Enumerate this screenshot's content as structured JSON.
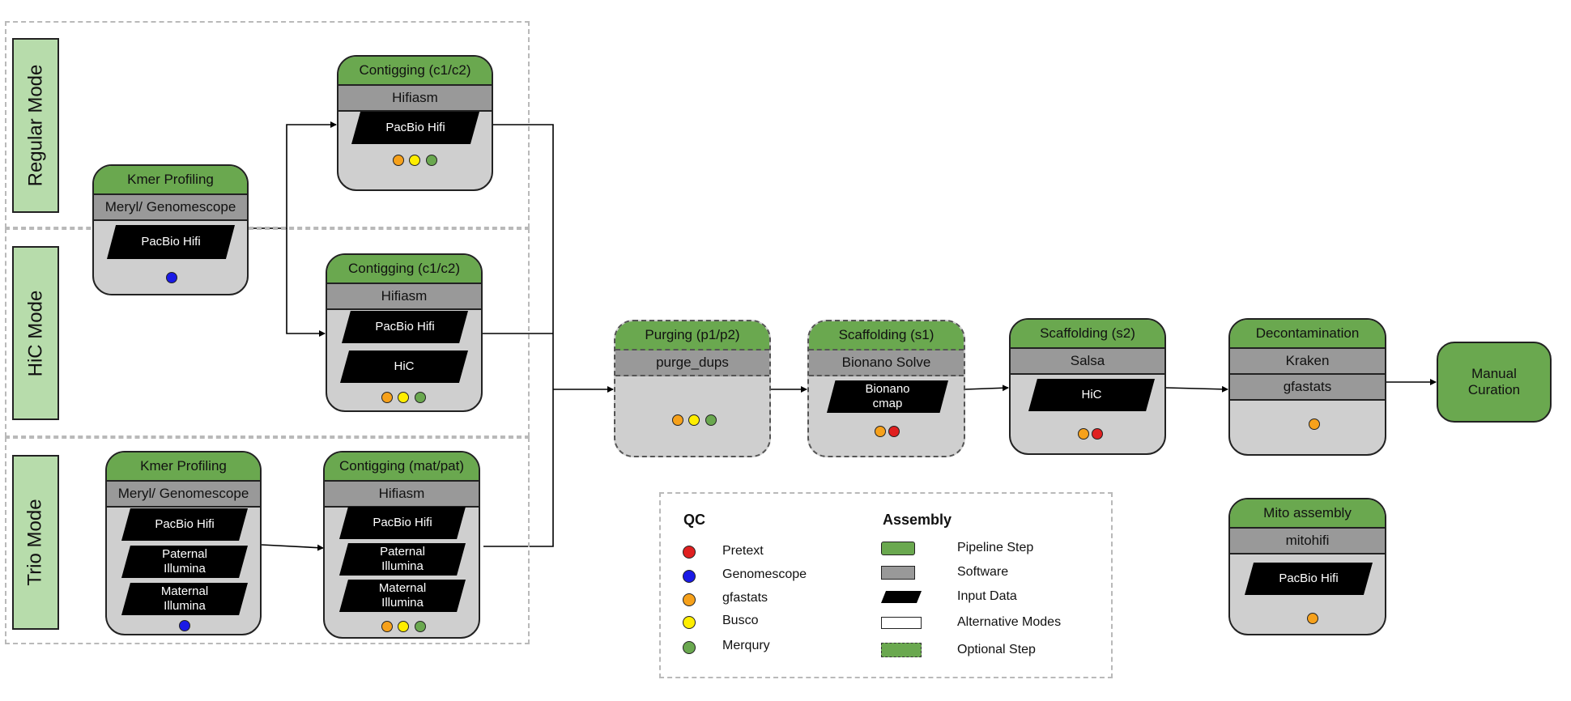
{
  "modes": {
    "regular": "Regular Mode",
    "hic": "HiC Mode",
    "trio": "Trio Mode"
  },
  "kmer_main": {
    "title": "Kmer Profiling",
    "software": "Meryl/ Genomescope",
    "inputs": [
      "PacBio Hifi"
    ]
  },
  "contig_regular": {
    "title": "Contigging (c1/c2)",
    "software": "Hifiasm",
    "inputs": [
      "PacBio Hifi"
    ]
  },
  "contig_hic": {
    "title": "Contigging (c1/c2)",
    "software": "Hifiasm",
    "inputs": [
      "PacBio Hifi",
      "HiC"
    ]
  },
  "kmer_trio": {
    "title": "Kmer Profiling",
    "software": "Meryl/ Genomescope",
    "inputs": [
      "PacBio Hifi",
      [
        "Paternal",
        "Illumina"
      ],
      [
        "Maternal",
        "Illumina"
      ]
    ]
  },
  "contig_trio": {
    "title": "Contigging (mat/pat)",
    "software": "Hifiasm",
    "inputs": [
      "PacBio Hifi",
      [
        "Paternal",
        "Illumina"
      ],
      [
        "Maternal",
        "Illumina"
      ]
    ]
  },
  "purging": {
    "title": "Purging (p1/p2)",
    "software": "purge_dups"
  },
  "scaff1": {
    "title": "Scaffolding (s1)",
    "software": "Bionano Solve",
    "inputs": [
      [
        "Bionano",
        "cmap"
      ]
    ]
  },
  "scaff2": {
    "title": "Scaffolding (s2)",
    "software": "Salsa",
    "inputs": [
      "HiC"
    ]
  },
  "decon": {
    "title": "Decontamination",
    "software": [
      "Kraken",
      "gfastats"
    ]
  },
  "manual": {
    "label": [
      "Manual",
      "Curation"
    ]
  },
  "mito": {
    "title": "Mito assembly",
    "software": "mitohifi",
    "inputs": [
      "PacBio Hifi"
    ]
  },
  "legend": {
    "qc_title": "QC",
    "assembly_title": "Assembly",
    "qc": [
      {
        "label": "Pretext",
        "color": "#e02020"
      },
      {
        "label": "Genomescope",
        "color": "#1a1ae6"
      },
      {
        "label": "gfastats",
        "color": "#f6a11b"
      },
      {
        "label": "Busco",
        "color": "#ffee00"
      },
      {
        "label": "Merqury",
        "color": "#6aa84f"
      }
    ],
    "assembly": [
      "Pipeline Step",
      "Software",
      "Input Data",
      "Alternative Modes",
      "Optional Step"
    ]
  },
  "colors": {
    "pretext": "#e02020",
    "genomescope": "#1a1ae6",
    "gfastats": "#f6a11b",
    "busco": "#ffee00",
    "merqury": "#6aa84f",
    "step": "#6aa84f",
    "software": "#999999",
    "mode": "#b7dcab"
  }
}
